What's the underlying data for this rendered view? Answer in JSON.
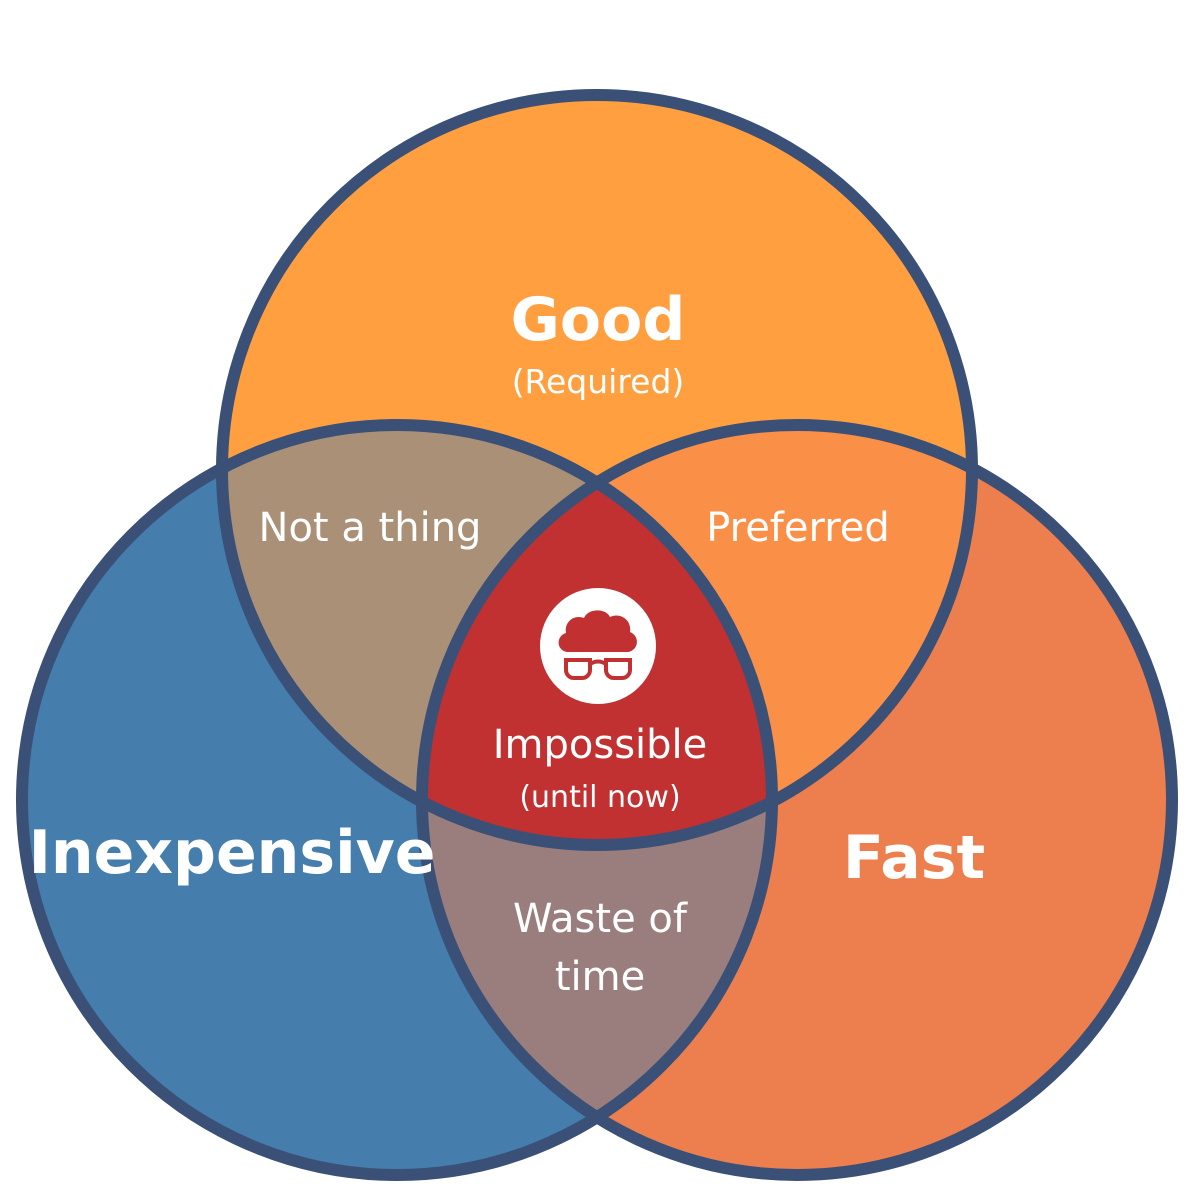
{
  "colors": {
    "good": "#FF9F40",
    "inexpensive": "#457DAD",
    "fast": "#EC7F4D",
    "good_inexpensive": "#A99077",
    "good_fast": "#FA8F47",
    "inexpensive_fast": "#9A7E7D",
    "center": "#C13131",
    "outline": "#3B5077",
    "label": "#FFFFFF",
    "icon_bg": "#FFFFFF",
    "icon_fg": "#C13131"
  },
  "sets": {
    "good": {
      "title": "Good",
      "subtitle": "(Required)"
    },
    "inexpensive": {
      "title": "Inexpensive"
    },
    "fast": {
      "title": "Fast"
    }
  },
  "overlaps": {
    "good_inexpensive": {
      "label": "Not a thing"
    },
    "good_fast": {
      "label": "Preferred"
    },
    "inexpensive_fast": {
      "line1": "Waste of",
      "line2": "time"
    },
    "center": {
      "label": "Impossible",
      "sublabel": "(until now)",
      "icon": "brain-glasses-icon"
    }
  }
}
